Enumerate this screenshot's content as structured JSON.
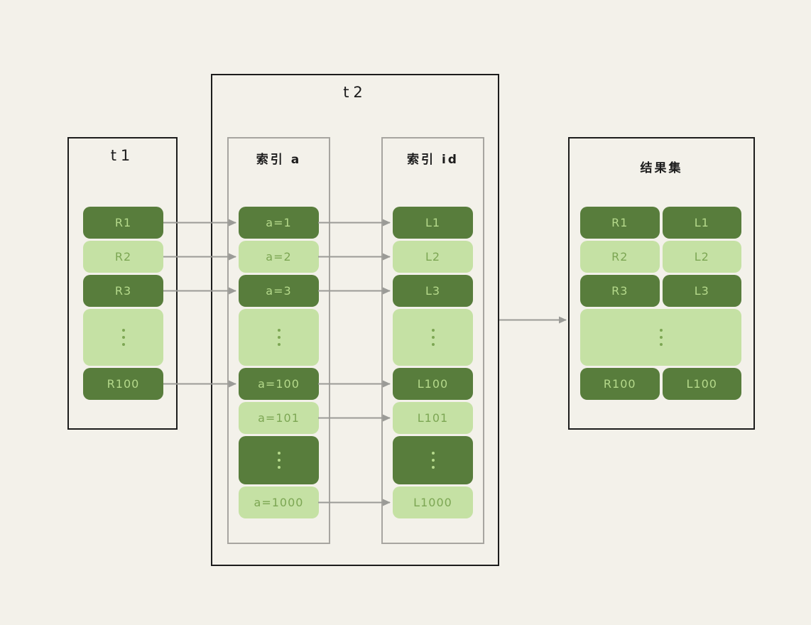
{
  "palette": {
    "background": "#f3f1ea",
    "block_dark_green": "#587d3c",
    "block_light_green": "#c5e1a4",
    "label_on_dark": "#b5d98b",
    "label_on_light": "#7ca653",
    "outer_border": "#1c1c1c",
    "inner_border": "#a7a5a0",
    "arrow_gray": "#9b9b97"
  },
  "boxes": {
    "t1": {
      "title": "t1",
      "rows": [
        {
          "label": "R1",
          "shade": "dark"
        },
        {
          "label": "R2",
          "shade": "light"
        },
        {
          "label": "R3",
          "shade": "dark"
        },
        {
          "type": "dots",
          "shade": "light"
        },
        {
          "label": "R100",
          "shade": "dark"
        }
      ]
    },
    "t2": {
      "title": "t2"
    },
    "index_a": {
      "title": "索引 a",
      "rows": [
        {
          "label": "a=1",
          "shade": "dark"
        },
        {
          "label": "a=2",
          "shade": "light"
        },
        {
          "label": "a=3",
          "shade": "dark"
        },
        {
          "type": "dots",
          "shade": "light"
        },
        {
          "label": "a=100",
          "shade": "dark"
        },
        {
          "label": "a=101",
          "shade": "light"
        },
        {
          "type": "dots",
          "shade": "dark"
        },
        {
          "label": "a=1000",
          "shade": "light"
        }
      ]
    },
    "index_id": {
      "title": "索引 id",
      "rows": [
        {
          "label": "L1",
          "shade": "dark"
        },
        {
          "label": "L2",
          "shade": "light"
        },
        {
          "label": "L3",
          "shade": "dark"
        },
        {
          "type": "dots",
          "shade": "light"
        },
        {
          "label": "L100",
          "shade": "dark"
        },
        {
          "label": "L101",
          "shade": "light"
        },
        {
          "type": "dots",
          "shade": "dark"
        },
        {
          "label": "L1000",
          "shade": "light"
        }
      ]
    },
    "result": {
      "title": "结果集",
      "rows": [
        {
          "left": "R1",
          "right": "L1",
          "shade": "dark"
        },
        {
          "left": "R2",
          "right": "L2",
          "shade": "light"
        },
        {
          "left": "R3",
          "right": "L3",
          "shade": "dark"
        },
        {
          "type": "dots",
          "shade": "light"
        },
        {
          "left": "R100",
          "right": "L100",
          "shade": "dark"
        }
      ]
    }
  },
  "edges": [
    {
      "from": "t1.R1",
      "to": "index_a.a=1"
    },
    {
      "from": "t1.R2",
      "to": "index_a.a=2"
    },
    {
      "from": "t1.R3",
      "to": "index_a.a=3"
    },
    {
      "from": "t1.R100",
      "to": "index_a.a=100"
    },
    {
      "from": "index_a.a=1",
      "to": "index_id.L1"
    },
    {
      "from": "index_a.a=2",
      "to": "index_id.L2"
    },
    {
      "from": "index_a.a=3",
      "to": "index_id.L3"
    },
    {
      "from": "index_a.a=100",
      "to": "index_id.L100"
    },
    {
      "from": "index_a.a=101",
      "to": "index_id.L101"
    },
    {
      "from": "index_a.a=1000",
      "to": "index_id.L1000"
    },
    {
      "from": "t2",
      "to": "result"
    }
  ]
}
